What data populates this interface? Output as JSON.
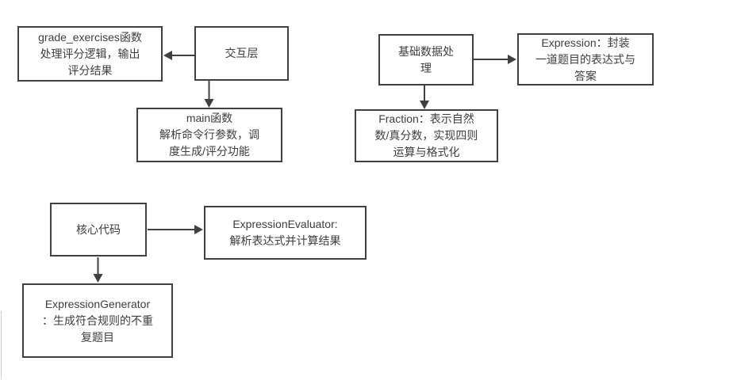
{
  "diagram": {
    "background_color": "#ffffff",
    "line_color": "#404040",
    "text_color": "#3d3d3d",
    "nodes": {
      "grade_exercises": {
        "label": "grade_exercises函数\n处理评分逻辑，输出\n评分结果"
      },
      "interaction_layer": {
        "label": "交互层"
      },
      "main_function": {
        "label": "main函数\n解析命令行参数，调\n度生成/评分功能"
      },
      "basic_data_processing": {
        "label": "基础数据处\n理"
      },
      "expression": {
        "label": "Expression：封装\n一道题目的表达式与\n答案"
      },
      "fraction": {
        "label": "Fraction：表示自然\n数/真分数，实现四则\n运算与格式化"
      },
      "core_code": {
        "label": "核心代码"
      },
      "expression_evaluator": {
        "label": "ExpressionEvaluator:\n解析表达式并计算结果"
      },
      "expression_generator": {
        "label": "ExpressionGenerator\n：生成符合规则的不重\n复题目"
      }
    }
  }
}
